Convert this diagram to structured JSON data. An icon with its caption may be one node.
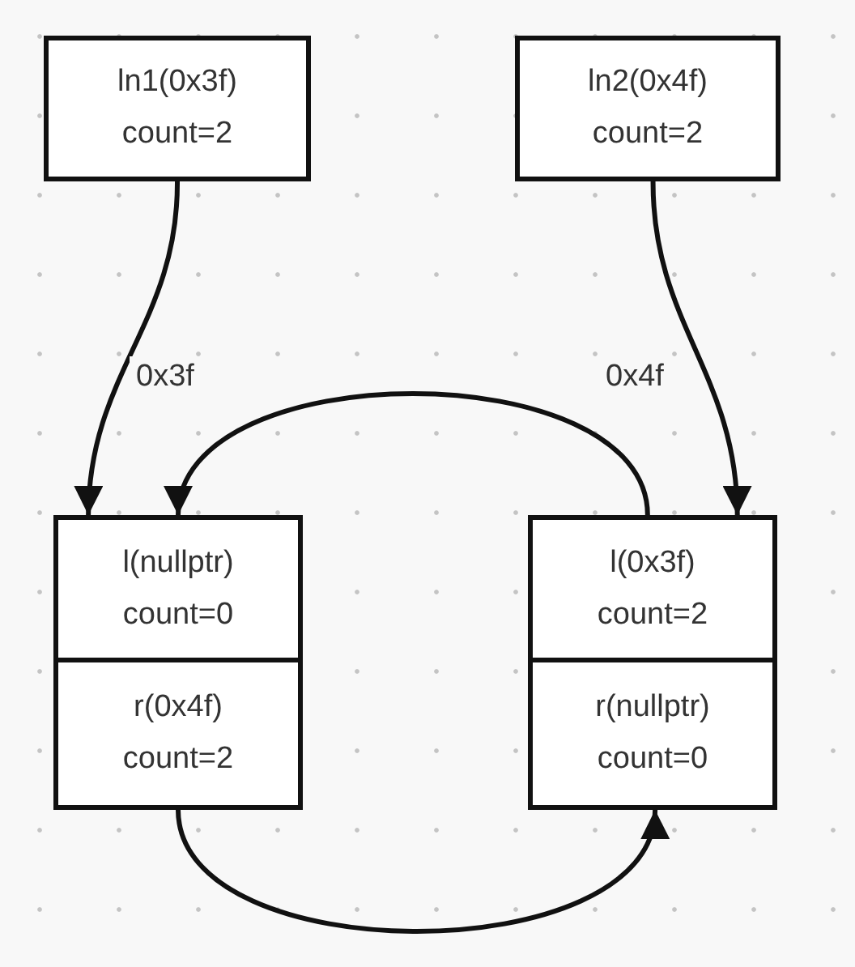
{
  "diagram": {
    "nodes": [
      {
        "text": [
          "ln1(0x3f)",
          "count=2"
        ]
      },
      {
        "text": [
          "ln2(0x4f)",
          "count=2"
        ]
      },
      {
        "text": [
          "l(nullptr)",
          "count=0"
        ]
      },
      {
        "text": [
          "r(0x4f)",
          "count=2"
        ]
      },
      {
        "text": [
          "l(0x3f)",
          "count=2"
        ]
      },
      {
        "text": [
          "r(nullptr)",
          "count=0"
        ]
      }
    ],
    "edges": [
      {
        "from": 0,
        "to": 2,
        "arrow": "to",
        "label": "0x3f"
      },
      {
        "from": 1,
        "to": 4,
        "arrow": "to",
        "label": "0x4f"
      },
      {
        "from": 4,
        "to": 2,
        "arrow": "to"
      },
      {
        "from": 3,
        "to": 5,
        "arrow": "to"
      }
    ]
  }
}
